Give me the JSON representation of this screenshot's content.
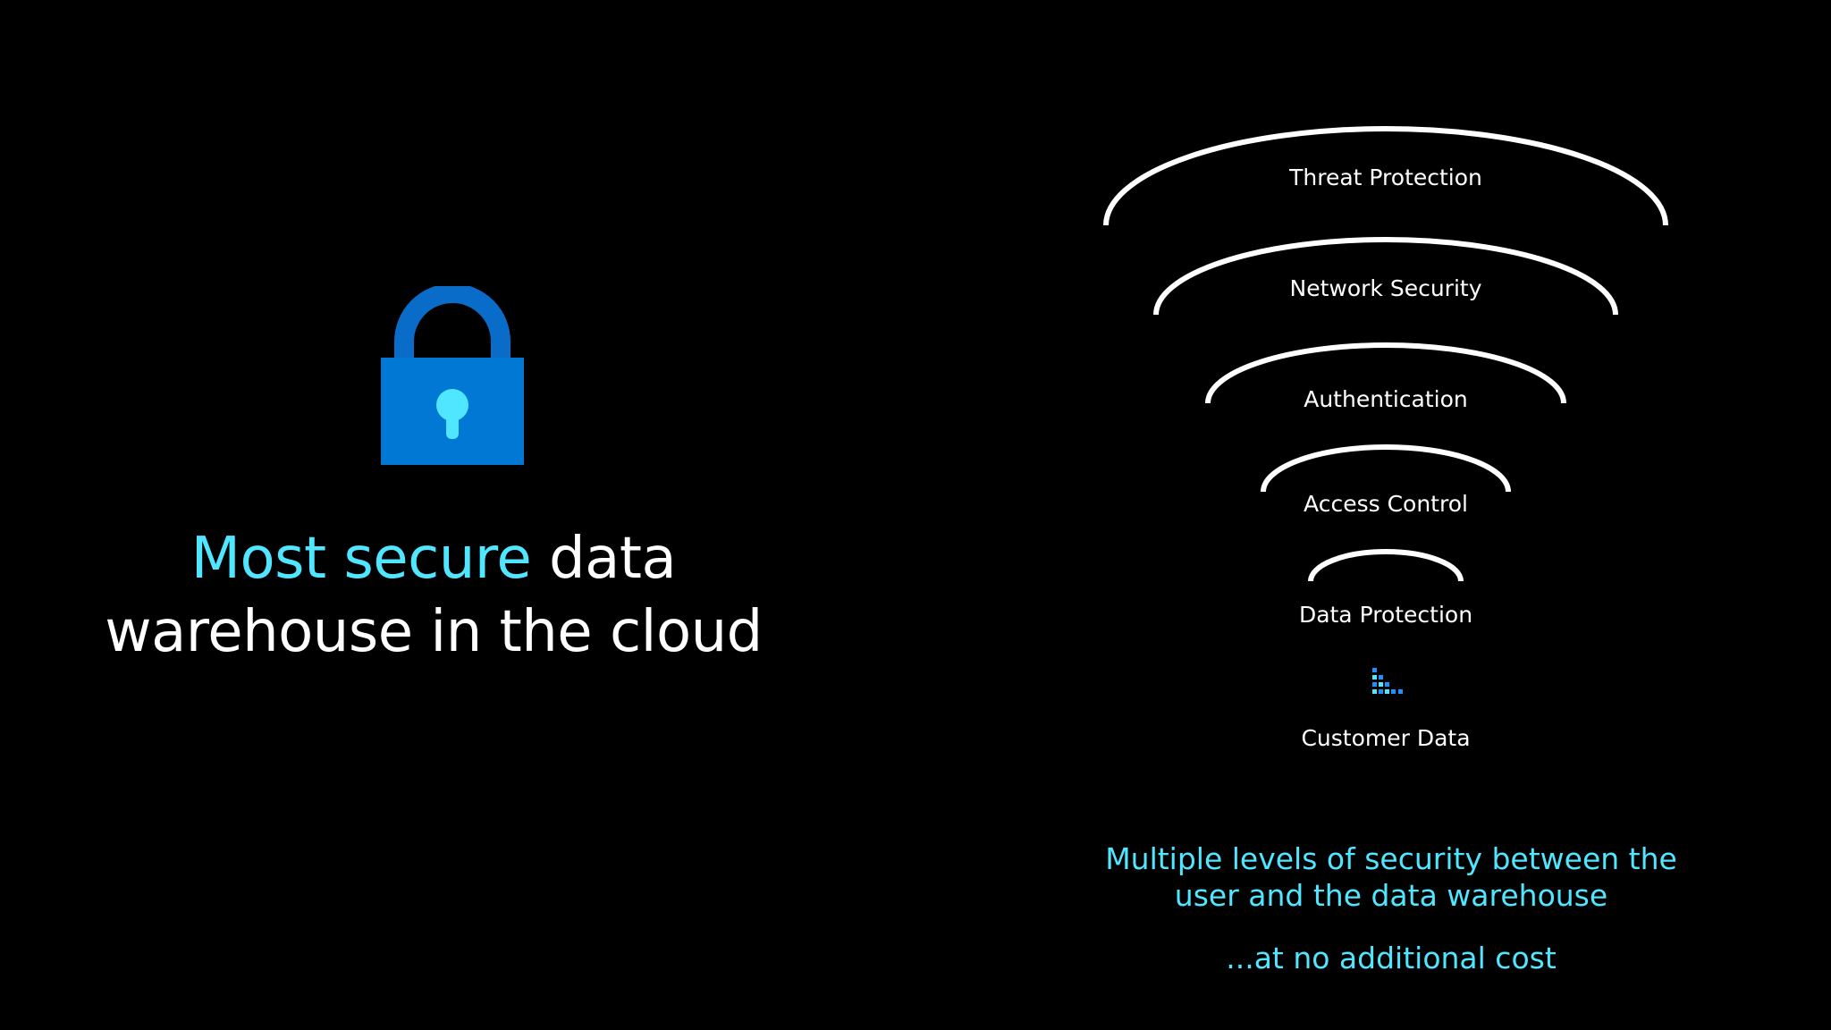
{
  "colors": {
    "background": "#000000",
    "accent": "#50e6ff",
    "lock_body": "#0078d4",
    "lock_shackle": "#0a6cc9",
    "keyhole": "#50e6ff",
    "ring_stroke": "#ffffff"
  },
  "icons": {
    "lock": "lock-icon",
    "customer_data": "data-grid-icon"
  },
  "headline": {
    "accent_text": "Most secure",
    "line1_rest": " data",
    "line2": "warehouse in the cloud"
  },
  "diagram": {
    "layers": [
      "Threat Protection",
      "Network Security",
      "Authentication",
      "Access Control",
      "Data Protection"
    ],
    "core": "Customer Data"
  },
  "caption": {
    "line1": "Multiple levels of security between the",
    "line2": "user and the data warehouse",
    "sub": "...at no additional cost"
  }
}
